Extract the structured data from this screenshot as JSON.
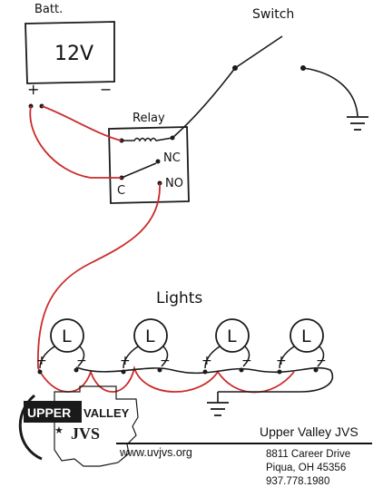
{
  "battery": {
    "title": "Batt.",
    "voltage": "12V",
    "plus": "+",
    "minus": "−"
  },
  "switch": {
    "title": "Switch"
  },
  "relay": {
    "title": "Relay",
    "nc": "NC",
    "no": "NO",
    "c": "C"
  },
  "lights": {
    "title": "Lights",
    "items": [
      {
        "label": "L",
        "plus": "+",
        "minus": "−"
      },
      {
        "label": "L",
        "plus": "+",
        "minus": "−"
      },
      {
        "label": "L",
        "plus": "+",
        "minus": "−"
      },
      {
        "label": "L",
        "plus": "+",
        "minus": "−"
      }
    ]
  },
  "logo": {
    "line1": "UPPER",
    "line2": "VALLEY",
    "line3": "JVS"
  },
  "footer": {
    "org": "Upper Valley JVS",
    "url": "www.uvjvs.org",
    "address1": "8811 Career Drive",
    "address2": "Piqua, OH 45356",
    "phone": "937.778.1980"
  },
  "colors": {
    "ink": "#1a1a1a",
    "wire_red": "#cc2a2a",
    "logo_dark": "#1a1a1a"
  }
}
